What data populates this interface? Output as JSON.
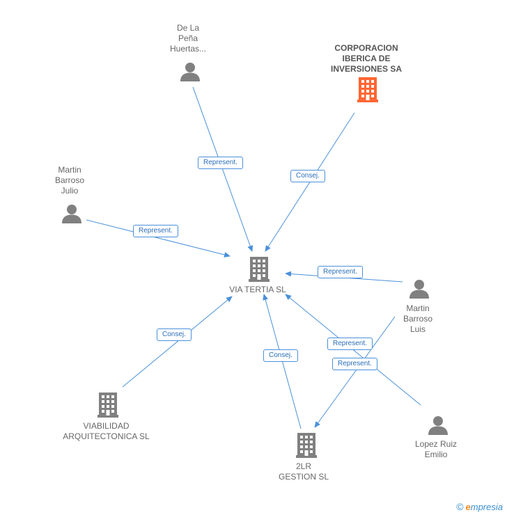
{
  "nodes": {
    "main": {
      "label": "VIA TERTIA SL",
      "type": "company"
    },
    "corp": {
      "label": "CORPORACION\nIBERICA DE\nINVERSIONES SA",
      "type": "company"
    },
    "delapena": {
      "label": "De La\nPeña\nHuertas...",
      "type": "person"
    },
    "mjulio": {
      "label": "Martin\nBarroso\nJulio",
      "type": "person"
    },
    "mluis": {
      "label": "Martin\nBarroso\nLuis",
      "type": "person"
    },
    "viab": {
      "label": "VIABILIDAD\nARQUITECTONICA SL",
      "type": "company"
    },
    "glr": {
      "label": "2LR\nGESTION SL",
      "type": "company"
    },
    "lopez": {
      "label": "Lopez Ruiz\nEmilio",
      "type": "person"
    }
  },
  "edges": {
    "e1": "Represent.",
    "e2": "Consej.",
    "e3": "Represent.",
    "e4": "Represent.",
    "e5": "Consej.",
    "e6": "Consej.",
    "e7": "Represent.",
    "e8": "Represent."
  },
  "colors": {
    "edge": "#4a90d9",
    "icon": "#808080",
    "highlight": "#ff6633"
  },
  "brand": {
    "copyright": "©",
    "first": "e",
    "rest": "mpresia"
  }
}
